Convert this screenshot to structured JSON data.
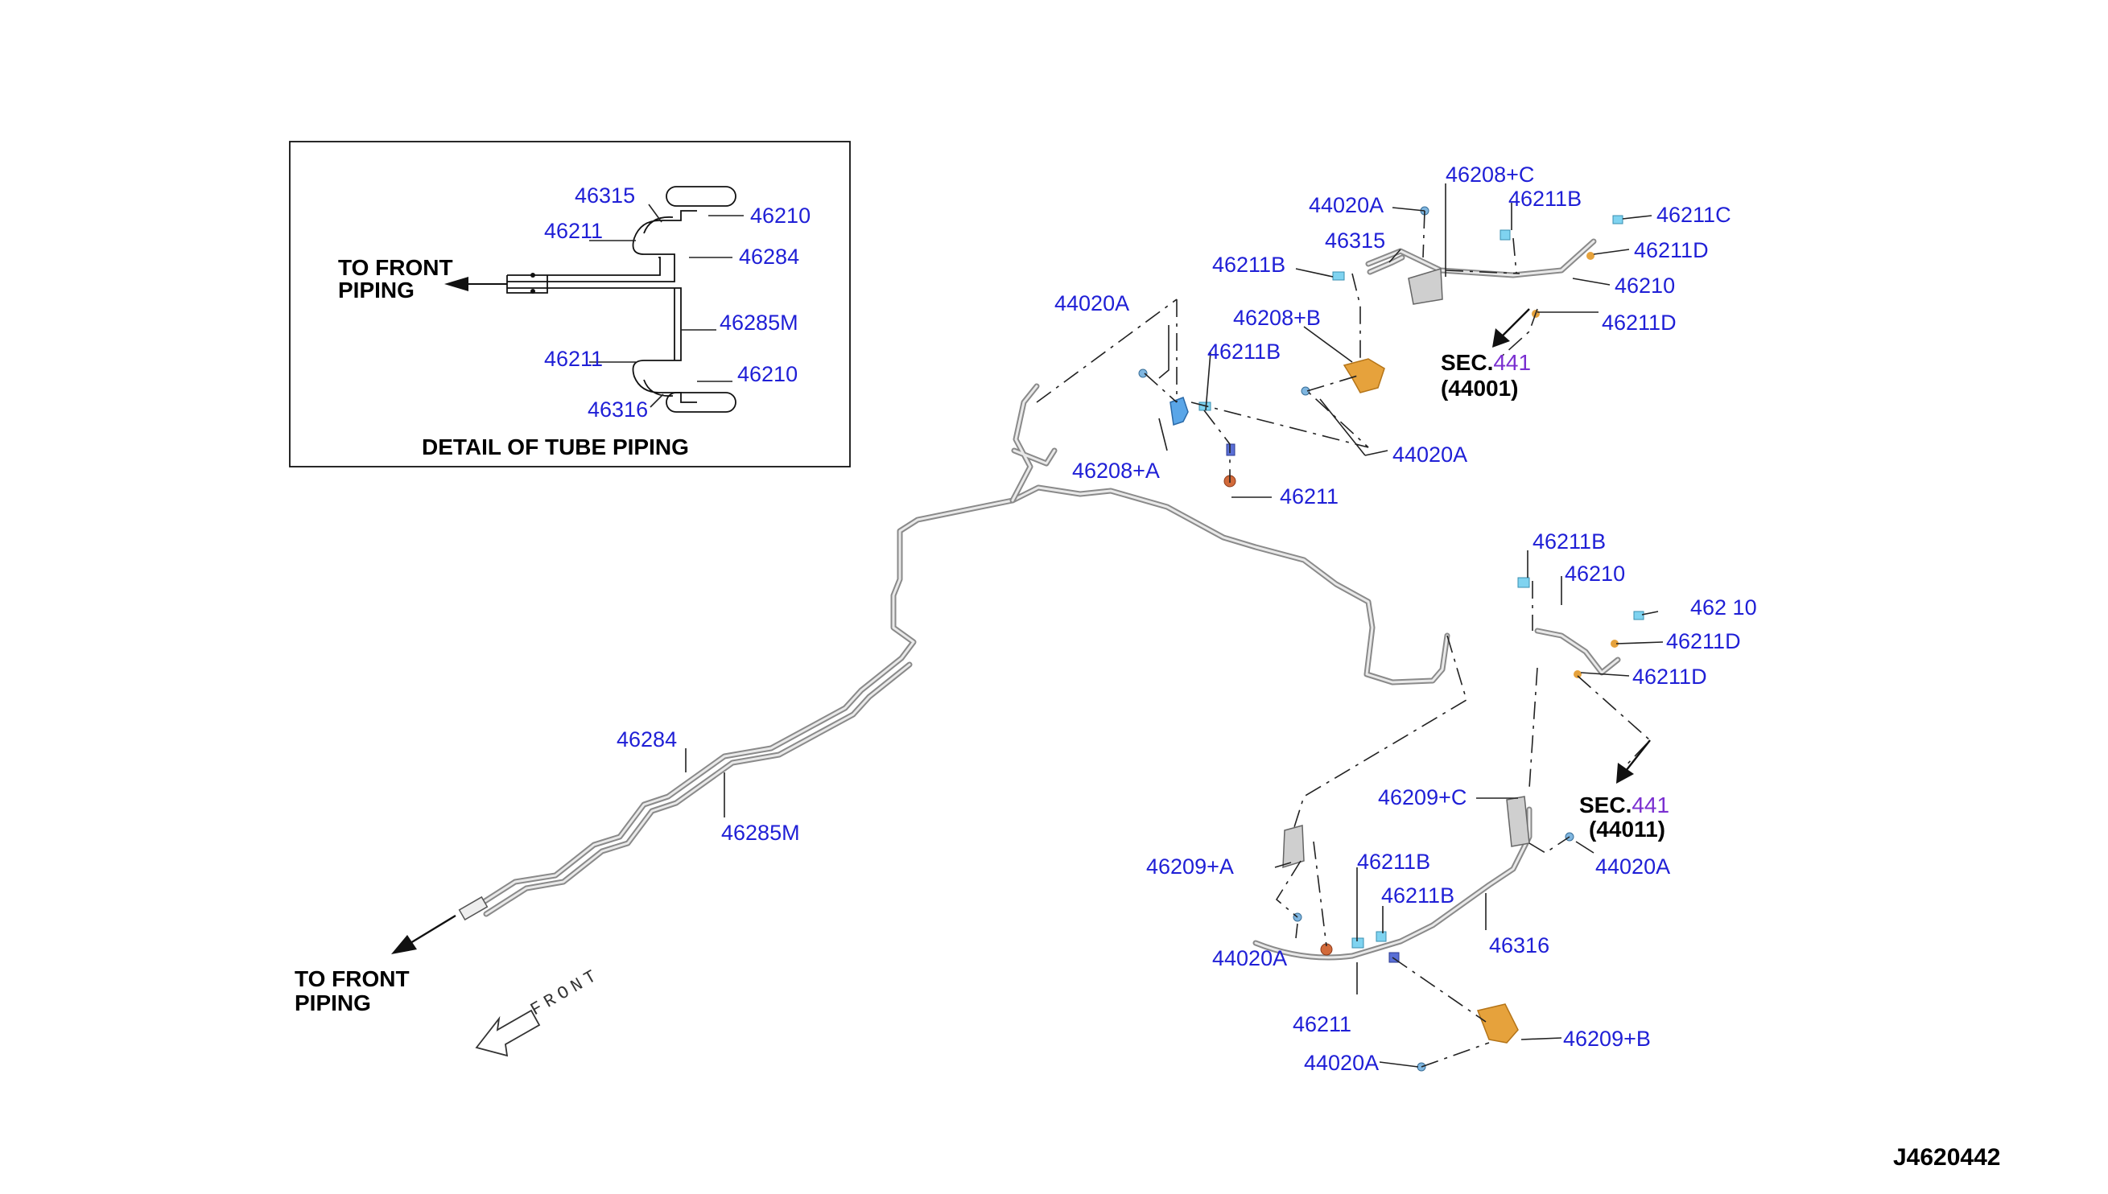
{
  "detail": {
    "title": "DETAIL OF TUBE PIPING",
    "to_front": [
      "TO FRONT",
      "PIPING"
    ],
    "labels": {
      "p46315": "46315",
      "p46210_top": "46210",
      "p46211_top": "46211",
      "p46284": "46284",
      "p46285m": "46285M",
      "p46211_bot": "46211",
      "p46210_bot": "46210",
      "p46316": "46316"
    }
  },
  "main_labels": {
    "p46284": "46284",
    "p46285m": "46285M",
    "to_front": [
      "TO FRONT",
      "PIPING"
    ],
    "front": "FRONT",
    "p44020a_1": "44020A",
    "p46208_a": "46208+A",
    "p46211b_1": "46211B",
    "p46211_1": "46211",
    "p46208_b": "46208+B",
    "p46211b_2": "46211B",
    "p44020a_2": "44020A",
    "p44020a_3": "44020A",
    "p46315": "46315",
    "p46208_c": "46208+C",
    "p46211b_3": "46211B",
    "p46211c_1": "46211C",
    "p46211d_1": "46211D",
    "p46210_1": "46210",
    "p46211d_2": "46211D",
    "sec_1": "SEC.",
    "sec_1_num": "441",
    "sec_1_code": "(44001)",
    "p46211b_4": "46211B",
    "p46210_2": "46210",
    "p46211c_2": "462 10",
    "p46211d_3": "46211D",
    "p46211d_4": "46211D",
    "sec_2": "SEC.",
    "sec_2_num": "441",
    "sec_2_code": "(44011)",
    "p46209_c": "46209+C",
    "p44020a_4": "44020A",
    "p46209_a": "46209+A",
    "p46211b_5": "46211B",
    "p46211b_6": "46211B",
    "p46316": "46316",
    "p44020a_5": "44020A",
    "p46211_2": "46211",
    "p44020a_6": "44020A",
    "p46209_b": "46209+B"
  },
  "diagram_code": "J4620442",
  "colors": {
    "label": "#1f1fd6",
    "sec_number": "#7a2fd0",
    "bracket_orange": "#e6a23c",
    "clip_cyan": "#7fd3f0",
    "clip_blue": "#5a6fd6",
    "fitting_red": "#d26a3a",
    "tube_gray": "#8a8a8a"
  }
}
